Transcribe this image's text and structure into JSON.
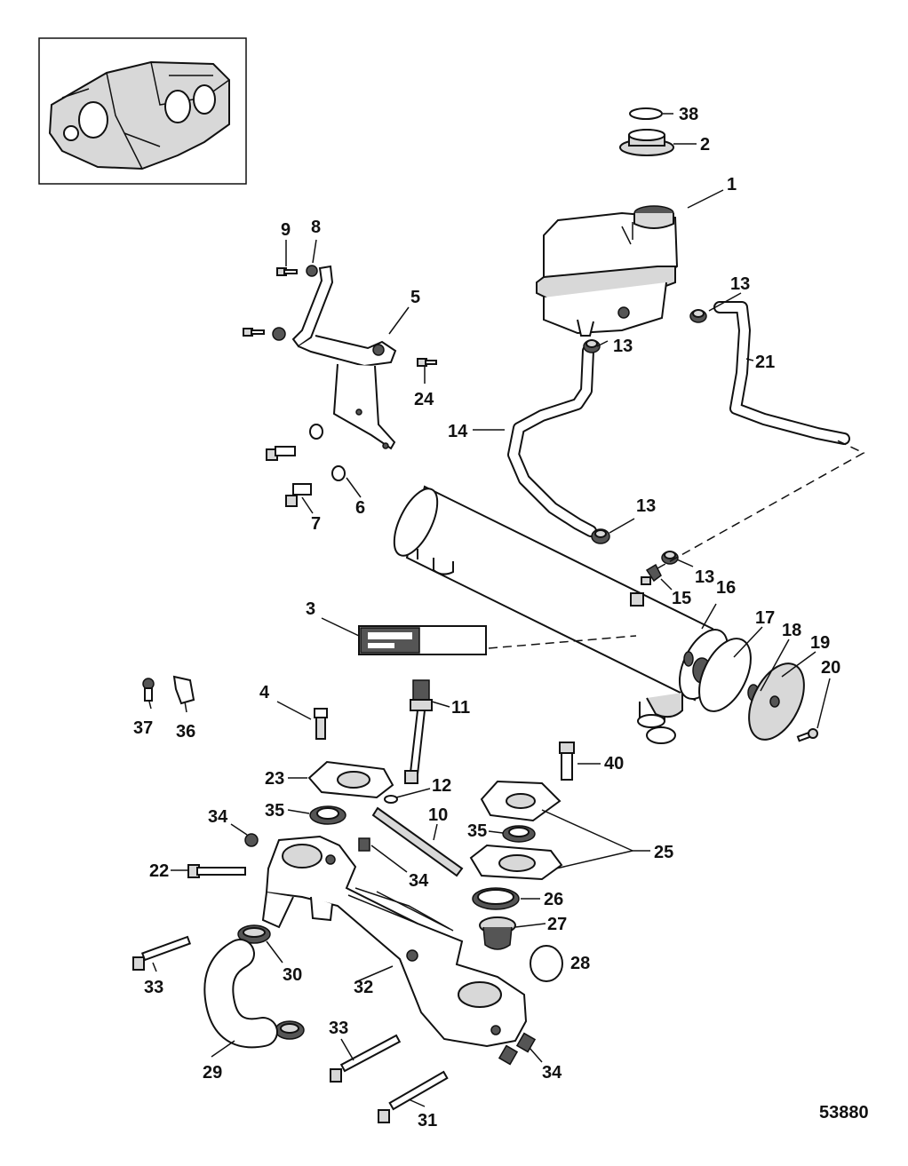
{
  "figure_id": "53880",
  "callouts": [
    {
      "id": "c38",
      "label": "38"
    },
    {
      "id": "c2",
      "label": "2"
    },
    {
      "id": "c1",
      "label": "1"
    },
    {
      "id": "c9",
      "label": "9"
    },
    {
      "id": "c8",
      "label": "8"
    },
    {
      "id": "c5",
      "label": "5"
    },
    {
      "id": "c13a",
      "label": "13"
    },
    {
      "id": "c13b",
      "label": "13"
    },
    {
      "id": "c21",
      "label": "21"
    },
    {
      "id": "c24",
      "label": "24"
    },
    {
      "id": "c14",
      "label": "14"
    },
    {
      "id": "c6",
      "label": "6"
    },
    {
      "id": "c7",
      "label": "7"
    },
    {
      "id": "c13c",
      "label": "13"
    },
    {
      "id": "c13d",
      "label": "13"
    },
    {
      "id": "c15",
      "label": "15"
    },
    {
      "id": "c16",
      "label": "16"
    },
    {
      "id": "c3",
      "label": "3"
    },
    {
      "id": "c17",
      "label": "17"
    },
    {
      "id": "c18",
      "label": "18"
    },
    {
      "id": "c19",
      "label": "19"
    },
    {
      "id": "c20",
      "label": "20"
    },
    {
      "id": "c4",
      "label": "4"
    },
    {
      "id": "c11",
      "label": "11"
    },
    {
      "id": "c37",
      "label": "37"
    },
    {
      "id": "c36",
      "label": "36"
    },
    {
      "id": "c40",
      "label": "40"
    },
    {
      "id": "c23",
      "label": "23"
    },
    {
      "id": "c12",
      "label": "12"
    },
    {
      "id": "c35a",
      "label": "35"
    },
    {
      "id": "c10",
      "label": "10"
    },
    {
      "id": "c34a",
      "label": "34"
    },
    {
      "id": "c35b",
      "label": "35"
    },
    {
      "id": "c25",
      "label": "25"
    },
    {
      "id": "c22",
      "label": "22"
    },
    {
      "id": "c34b",
      "label": "34"
    },
    {
      "id": "c26",
      "label": "26"
    },
    {
      "id": "c27",
      "label": "27"
    },
    {
      "id": "c28",
      "label": "28"
    },
    {
      "id": "c33a",
      "label": "33"
    },
    {
      "id": "c30",
      "label": "30"
    },
    {
      "id": "c32",
      "label": "32"
    },
    {
      "id": "c33b",
      "label": "33"
    },
    {
      "id": "c29",
      "label": "29"
    },
    {
      "id": "c34c",
      "label": "34"
    },
    {
      "id": "c31",
      "label": "31"
    }
  ]
}
